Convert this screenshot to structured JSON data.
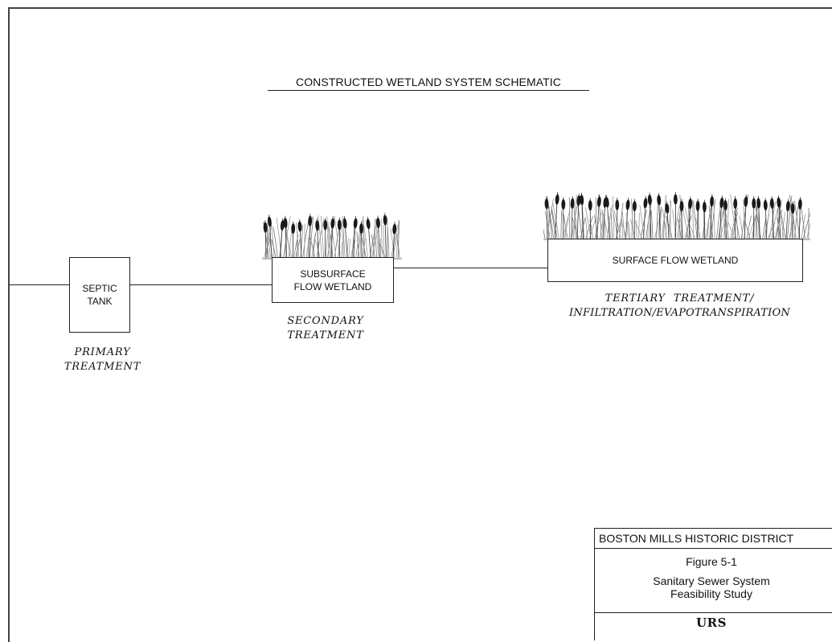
{
  "title": "CONSTRUCTED WETLAND SYSTEM SCHEMATIC",
  "septic_tank": {
    "line1": "SEPTIC",
    "line2": "TANK"
  },
  "primary_caption": {
    "line1": "PRIMARY",
    "line2": "TREATMENT"
  },
  "subsurface_wetland": {
    "line1": "SUBSURFACE",
    "line2": "FLOW WETLAND"
  },
  "secondary_caption": {
    "line1": "SECONDARY",
    "line2": "TREATMENT"
  },
  "surface_wetland": {
    "label": "SURFACE FLOW WETLAND"
  },
  "tertiary_caption": {
    "line1": "TERTIARY  TREATMENT/",
    "line2": "INFILTRATION/EVAPOTRANSPIRATION"
  },
  "title_block": {
    "district": "BOSTON MILLS HISTORIC DISTRICT",
    "figure": "Figure 5-1",
    "subtitle_line1": "Sanitary Sewer System",
    "subtitle_line2": "Feasibility Study",
    "logo": "URS"
  }
}
